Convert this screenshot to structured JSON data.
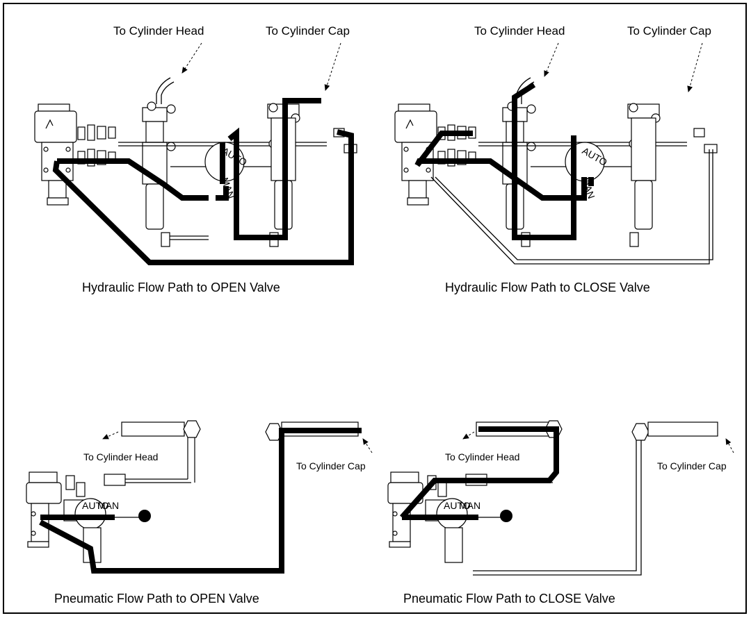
{
  "panels": {
    "hyd_open": {
      "caption": "Hydraulic Flow Path to OPEN Valve",
      "head_label": "To Cylinder Head",
      "cap_label": "To Cylinder Cap",
      "selector_top": "AUTO",
      "selector_bottom": "MAN"
    },
    "hyd_close": {
      "caption": "Hydraulic Flow Path to CLOSE Valve",
      "head_label": "To Cylinder Head",
      "cap_label": "To Cylinder Cap",
      "selector_top": "AUTO",
      "selector_bottom": "MAN"
    },
    "pneu_open": {
      "caption": "Pneumatic Flow Path to OPEN Valve",
      "head_label": "To Cylinder Head",
      "cap_label": "To Cylinder Cap",
      "selector_top": "AUTO",
      "selector_bottom": "MAN"
    },
    "pneu_close": {
      "caption": "Pneumatic Flow Path to CLOSE Valve",
      "head_label": "To Cylinder Head",
      "cap_label": "To Cylinder Cap",
      "selector_top": "AUTO",
      "selector_bottom": "MAN"
    }
  }
}
